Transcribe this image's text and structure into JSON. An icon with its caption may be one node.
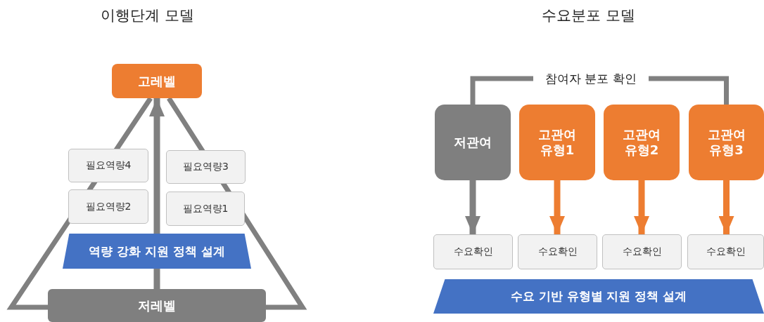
{
  "diagram": {
    "nodes": [
      {
        "text": [
          "고레벨"
        ]
      },
      {
        "text": [
          "필요역량4"
        ]
      },
      {
        "text": [
          "필요역량3"
        ]
      },
      {
        "text": [
          "필요역량2"
        ]
      },
      {
        "text": [
          "필요역량1"
        ]
      },
      {
        "text": [
          "역량 강화 지원 정책 설계"
        ]
      },
      {
        "text": [
          "저레벨"
        ]
      },
      {
        "text": [
          "참여자 분포 확인"
        ]
      },
      {
        "text": [
          "저관여"
        ]
      },
      {
        "text": [
          "고관여 유형1"
        ]
      },
      {
        "text": [
          "고관여 유형2"
        ]
      },
      {
        "text": [
          "고관여 유형3"
        ]
      },
      {
        "text": [
          "수요확인"
        ]
      },
      {
        "text": [
          "수요확인"
        ]
      },
      {
        "text": [
          "수요확인"
        ]
      },
      {
        "text": [
          "수요확인"
        ]
      },
      {
        "text": [
          "수요 기반 유형별 지원 정책 설계"
        ]
      }
    ],
    "edges": [
      {
        "from": 6,
        "to": 5,
        "arrow": "none"
      },
      {
        "from": 5,
        "to": 0,
        "arrow": "to"
      },
      {
        "from": 7,
        "to": 8,
        "arrow": "none"
      },
      {
        "from": 7,
        "to": 11,
        "arrow": "none"
      },
      {
        "from": 8,
        "to": 12,
        "arrow": "to"
      },
      {
        "from": 9,
        "to": 13,
        "arrow": "to",
        "color": "#ed7d31"
      },
      {
        "from": 10,
        "to": 14,
        "arrow": "to",
        "color": "#ed7d31"
      },
      {
        "from": 11,
        "to": 15,
        "arrow": "to",
        "color": "#ed7d31"
      }
    ],
    "labels": [
      "이행단계 모델",
      "수요분포 모델"
    ]
  }
}
